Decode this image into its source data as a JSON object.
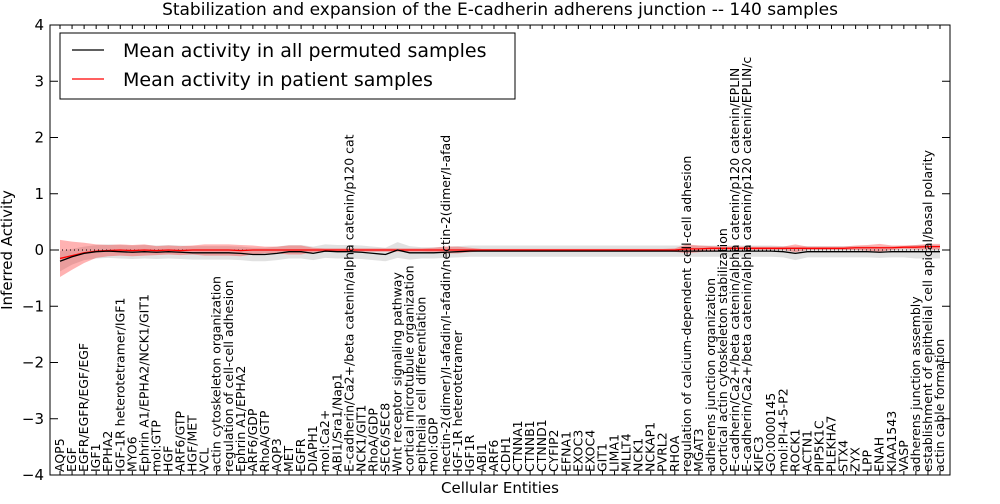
{
  "chart_data": {
    "type": "line",
    "title": "Stabilization and expansion of the E-cadherin adherens junction -- 140 samples",
    "xlabel": "Cellular Entities",
    "ylabel": "Inferred Activity",
    "ylim": [
      -4,
      4
    ],
    "yticks": [
      "−4",
      "−3",
      "−2",
      "−1",
      "0",
      "1",
      "2",
      "3",
      "4"
    ],
    "legend": {
      "placement": "top-left",
      "entries": [
        {
          "label": "Mean activity in all permuted samples",
          "color": "#000000"
        },
        {
          "label": "Mean activity in patient samples",
          "color": "#ff0000"
        }
      ]
    },
    "categories": [
      "AQP5",
      "EGF",
      "EGFR/EGFR/EGF/EGF",
      "IGF1",
      "EPHA2",
      "IGF-1R heterotetramer/IGF1",
      "MYO6",
      "Ephrin A1/EPHA2/NCK1/GIT1",
      "mol:GTP",
      "HGF",
      "ARF6/GTP",
      "HGF/MET",
      "VCL",
      "actin cytoskeleton organization",
      "regulation of cell-cell adhesion",
      "Ephrin A1/EPHA2",
      "ARF6/GDP",
      "RhoA/GTP",
      "AQP3",
      "MET",
      "EGFR",
      "DIAPH1",
      "mol:Ca2+",
      "ABI1/Sra1/Nap1",
      "E-cadherin/Ca2+/beta catenin/alpha catenin/p120 cat",
      "NCK1/GIT1",
      "RhoA/GDP",
      "SEC6/SEC8",
      "Wnt receptor signaling pathway",
      "cortical microtubule organization",
      "epithelial cell differentiation",
      "mol:GDP",
      "nectin-2(dimer)/I-afadin/I-afadin/nectin-2(dimer/I-afad",
      "IGF-1R heterotetramer",
      "IGF1R",
      "ABI1",
      "ARF6",
      "CDH1",
      "CTNNA1",
      "CTNNB1",
      "CTNND1",
      "CYFIP2",
      "EFNA1",
      "EXOC3",
      "EXOC4",
      "GIT1",
      "LIMA1",
      "MLLT4",
      "NCK1",
      "NCKAP1",
      "PVRL2",
      "RHOA",
      "regulation of calcium-dependent cell-cell adhesion",
      "MGAT3",
      "adherens junction organization",
      "cortical actin cytoskeleton stabilization",
      "E-cadherin/Ca2+/beta catenin/alpha catenin/p120 catenin/EPLIN",
      "E-cadherin/Ca2+/beta catenin/alpha catenin/p120 catenin/EPLIN/c",
      "KIFC3",
      "GO:0000145",
      "mol:PI-4-5-P2",
      "ROCK1",
      "ACTN1",
      "PIP5K1C",
      "PLEKHA7",
      "STX4",
      "ZYX",
      "LPP",
      "ENAH",
      "KIAA1543",
      "VASP",
      "adherens junction assembly",
      "establishment of epithelial cell apical/basal polarity",
      "actin cable formation"
    ],
    "series": [
      {
        "name": "Mean activity in all permuted samples",
        "color": "#000000",
        "values": [
          -0.2,
          -0.12,
          -0.06,
          -0.03,
          -0.02,
          -0.03,
          -0.04,
          -0.03,
          -0.04,
          -0.03,
          -0.04,
          -0.05,
          -0.05,
          -0.05,
          -0.05,
          -0.06,
          -0.08,
          -0.08,
          -0.06,
          -0.03,
          -0.03,
          -0.06,
          -0.02,
          -0.03,
          -0.03,
          -0.04,
          -0.06,
          -0.08,
          0.0,
          -0.05,
          -0.05,
          -0.05,
          -0.04,
          -0.03,
          -0.02,
          -0.02,
          -0.02,
          -0.02,
          -0.02,
          -0.02,
          -0.02,
          -0.02,
          -0.02,
          -0.02,
          -0.02,
          -0.02,
          -0.02,
          -0.02,
          -0.02,
          -0.02,
          -0.02,
          -0.02,
          -0.02,
          -0.02,
          -0.02,
          -0.02,
          -0.02,
          -0.02,
          -0.02,
          -0.02,
          -0.03,
          -0.06,
          -0.03,
          -0.03,
          -0.03,
          -0.03,
          -0.03,
          -0.03,
          -0.04,
          -0.03,
          -0.03,
          -0.03,
          -0.03,
          -0.03
        ],
        "band": [
          0.18,
          0.14,
          0.12,
          0.12,
          0.12,
          0.12,
          0.12,
          0.12,
          0.12,
          0.12,
          0.12,
          0.12,
          0.12,
          0.12,
          0.12,
          0.12,
          0.12,
          0.12,
          0.12,
          0.12,
          0.12,
          0.12,
          0.12,
          0.12,
          0.12,
          0.12,
          0.12,
          0.12,
          0.14,
          0.12,
          0.1,
          0.1,
          0.1,
          0.1,
          0.1,
          0.1,
          0.1,
          0.1,
          0.1,
          0.1,
          0.1,
          0.1,
          0.1,
          0.1,
          0.1,
          0.1,
          0.1,
          0.1,
          0.1,
          0.1,
          0.1,
          0.1,
          0.1,
          0.1,
          0.1,
          0.1,
          0.1,
          0.1,
          0.1,
          0.1,
          0.1,
          0.12,
          0.1,
          0.1,
          0.1,
          0.1,
          0.1,
          0.1,
          0.1,
          0.1,
          0.1,
          0.12,
          0.12,
          0.12
        ]
      },
      {
        "name": "Mean activity in patient samples",
        "color": "#ff0000",
        "values": [
          -0.15,
          -0.1,
          -0.05,
          -0.02,
          -0.01,
          0.0,
          -0.01,
          0.0,
          -0.01,
          0.0,
          -0.01,
          0.0,
          0.0,
          0.0,
          0.0,
          -0.01,
          0.0,
          0.0,
          0.0,
          0.0,
          0.0,
          0.0,
          0.0,
          0.0,
          0.0,
          0.0,
          0.0,
          0.0,
          0.0,
          0.0,
          0.0,
          0.0,
          0.0,
          0.0,
          0.0,
          0.0,
          0.0,
          0.0,
          0.0,
          0.0,
          0.0,
          0.0,
          0.0,
          0.0,
          0.0,
          0.0,
          0.0,
          0.0,
          0.0,
          0.0,
          0.0,
          0.0,
          0.02,
          0.02,
          0.03,
          0.03,
          0.03,
          0.03,
          0.03,
          0.03,
          0.03,
          0.03,
          0.03,
          0.03,
          0.03,
          0.03,
          0.04,
          0.04,
          0.04,
          0.04,
          0.05,
          0.05,
          0.06,
          0.06
        ],
        "band": [
          0.33,
          0.25,
          0.18,
          0.12,
          0.1,
          0.1,
          0.1,
          0.1,
          0.08,
          0.08,
          0.08,
          0.08,
          0.1,
          0.1,
          0.1,
          0.1,
          0.08,
          0.06,
          0.06,
          0.08,
          0.08,
          0.04,
          0.03,
          0.03,
          0.03,
          0.03,
          0.03,
          0.03,
          0.03,
          0.03,
          0.03,
          0.04,
          0.06,
          0.06,
          0.04,
          0.02,
          0.02,
          0.02,
          0.02,
          0.02,
          0.02,
          0.02,
          0.02,
          0.02,
          0.02,
          0.02,
          0.02,
          0.02,
          0.02,
          0.02,
          0.02,
          0.03,
          0.08,
          0.06,
          0.04,
          0.03,
          0.03,
          0.03,
          0.03,
          0.03,
          0.03,
          0.07,
          0.03,
          0.03,
          0.03,
          0.03,
          0.04,
          0.05,
          0.07,
          0.04,
          0.03,
          0.04,
          0.05,
          0.05
        ]
      }
    ]
  }
}
